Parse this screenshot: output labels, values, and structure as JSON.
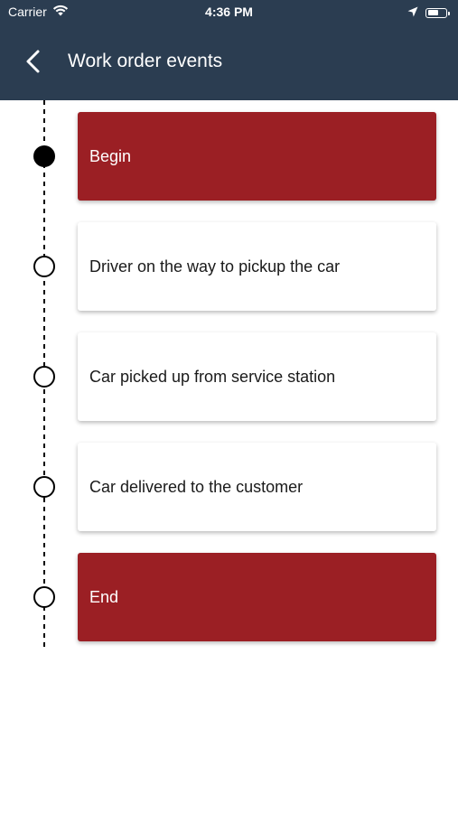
{
  "status_bar": {
    "carrier": "Carrier",
    "time": "4:36 PM",
    "icons": [
      "wifi-icon",
      "location-arrow-icon",
      "battery-icon"
    ]
  },
  "nav": {
    "title": "Work order events",
    "back_icon": "chevron-left-icon"
  },
  "colors": {
    "nav_background": "#2b3d51",
    "highlight_card": "#9b1f24",
    "normal_card": "#ffffff"
  },
  "events": [
    {
      "label": "Begin",
      "highlighted": true,
      "node": "filled"
    },
    {
      "label": "Driver on the way to pickup the car",
      "highlighted": false,
      "node": "empty"
    },
    {
      "label": "Car picked up from service station",
      "highlighted": false,
      "node": "empty"
    },
    {
      "label": "Car delivered to the customer",
      "highlighted": false,
      "node": "empty"
    },
    {
      "label": "End",
      "highlighted": true,
      "node": "empty"
    }
  ]
}
